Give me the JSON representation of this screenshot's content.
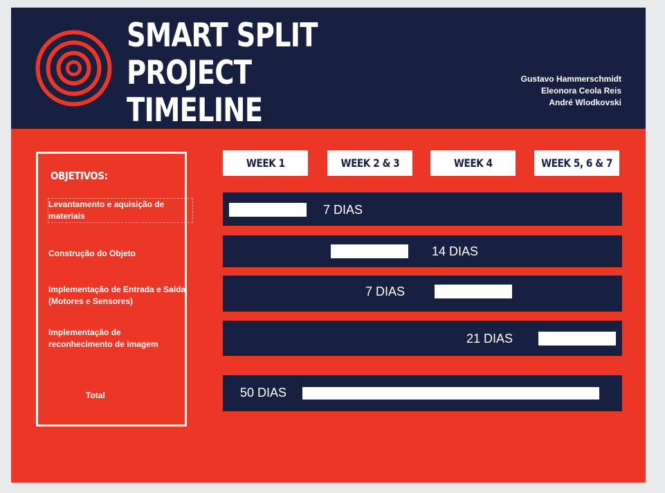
{
  "header": {
    "title_lines": [
      "SMART SPLIT",
      "PROJECT",
      "TIMELINE"
    ],
    "authors": [
      "Gustavo Hammerschmidt",
      "Eleonora Ceola Reis",
      "André Wlodkovski"
    ]
  },
  "objectives": {
    "heading": "OBJETIVOS:",
    "items": [
      "Levantamento e aquisição de materiais",
      "Construção do Objeto",
      "Implementação de Entrada e Saída (Motores e Sensores)",
      "Implementação de reconhecimento de imagem"
    ],
    "total_label": "Total"
  },
  "weeks": [
    "WEEK 1",
    "WEEK 2 & 3",
    "WEEK 4",
    "WEEK 5, 6 & 7"
  ],
  "timeline": [
    {
      "label": "7 DIAS",
      "days": 7
    },
    {
      "label": "14 DIAS",
      "days": 14
    },
    {
      "label": "7 DIAS",
      "days": 7
    },
    {
      "label": "21 DIAS",
      "days": 21
    },
    {
      "label": "50 DIAS",
      "days": 50
    }
  ],
  "colors": {
    "background": "#ed3726",
    "navy": "#182041",
    "white": "#ffffff"
  },
  "icons": {
    "logo": "concentric-target-icon"
  }
}
